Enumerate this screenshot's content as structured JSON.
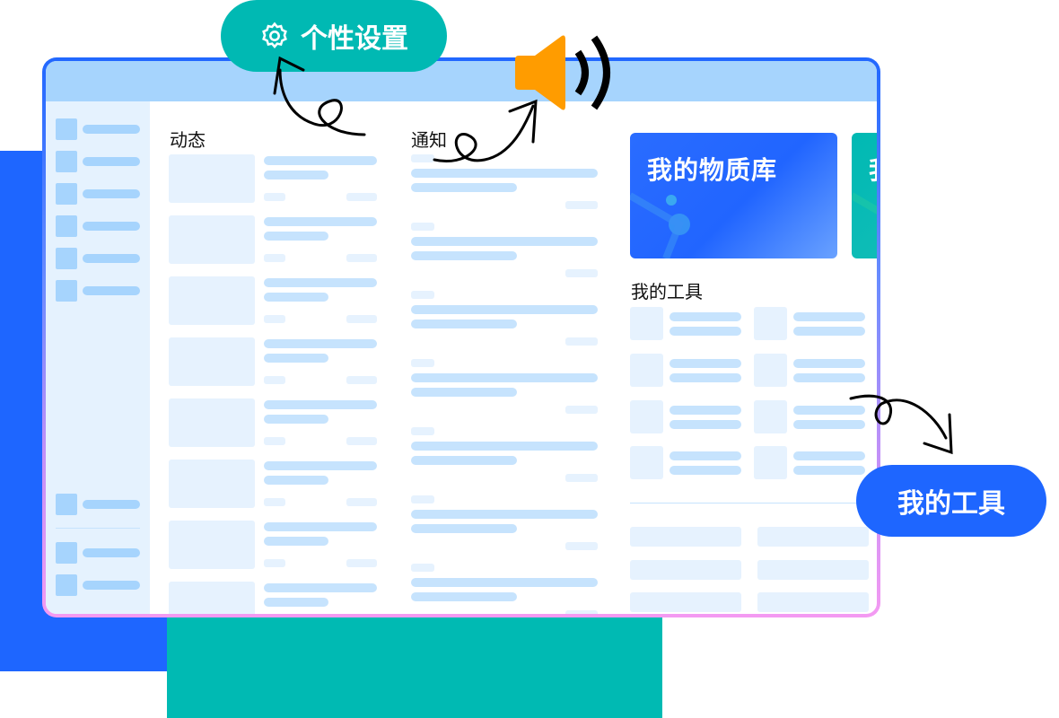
{
  "colors": {
    "brand_blue": "#1e66ff",
    "brand_teal": "#00bab3",
    "header": "#a6d4fd",
    "speaker": "#ff9c00"
  },
  "settings_pill": {
    "label": "个性设置",
    "icon": "gear-icon"
  },
  "speaker_icon": "speaker-volume-icon",
  "sections": {
    "feed": "动态",
    "notices": "通知",
    "tools": "我的工具"
  },
  "cards": [
    {
      "title": "我的物质库"
    },
    {
      "title": "我的产品库"
    }
  ],
  "tools_pill": {
    "label": "我的工具"
  }
}
